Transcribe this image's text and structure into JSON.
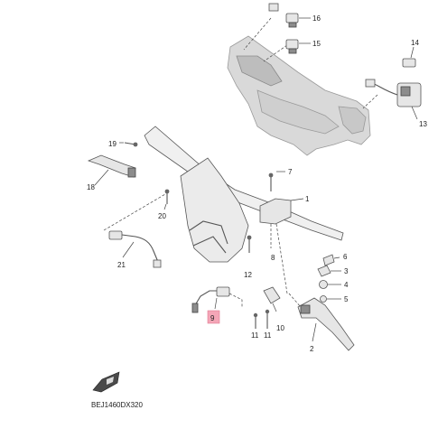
{
  "diagram": {
    "code": "BEJ1460DX320",
    "highlighted_part": "9",
    "highlight_color": "#f4a6b7",
    "part_numbers": {
      "p1": "1",
      "p2": "2",
      "p3": "3",
      "p4": "4",
      "p5": "5",
      "p6": "6",
      "p7": "7",
      "p8": "8",
      "p9": "9",
      "p10": "10",
      "p11a": "11",
      "p11b": "11",
      "p12": "12",
      "p13": "13",
      "p14": "14",
      "p15": "15",
      "p16": "16",
      "p18": "18",
      "p19": "19",
      "p20": "20",
      "p21": "21"
    }
  }
}
